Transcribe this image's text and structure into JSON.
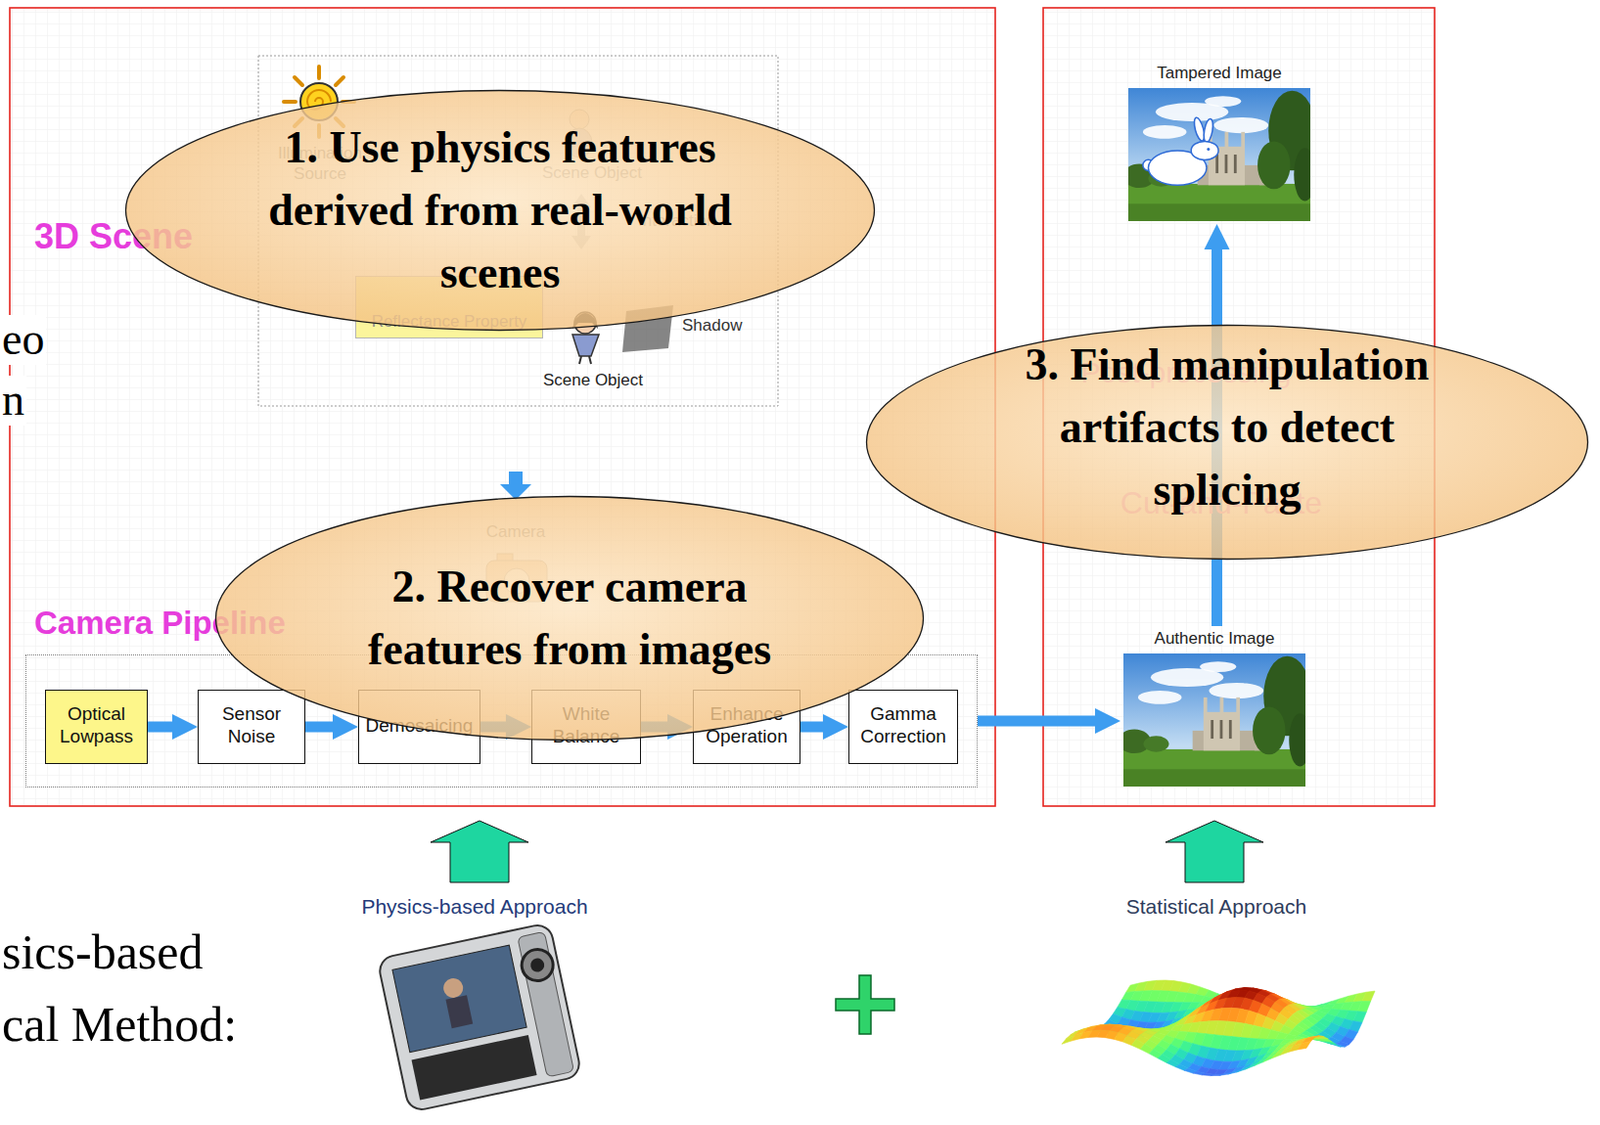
{
  "diagram": {
    "nodes": [
      {
        "text": [
          "1. Use physics features derived from real-world scenes"
        ]
      },
      {
        "text": [
          "Reflectance Property"
        ]
      },
      {
        "text": [
          "2. Recover camera features from images"
        ]
      },
      {
        "text": [
          "Camera Pipeline"
        ]
      },
      {
        "text": [
          "Optical Lowpass"
        ],
        "in": 3
      },
      {
        "text": [
          "Sensor Noise"
        ],
        "in": 3
      },
      {
        "text": [
          "Demosaicing"
        ],
        "in": 3
      },
      {
        "text": [
          "White Balance"
        ],
        "in": 3
      },
      {
        "text": [
          "Enhance Operation"
        ],
        "in": 3
      },
      {
        "text": [
          "Gamma Correction"
        ],
        "in": 3
      },
      {
        "text": [
          "Tampered Image"
        ]
      },
      {
        "text": [
          "3. Find manipulation artifacts to detect splicing"
        ]
      },
      {
        "text": [
          "Authentic Image"
        ]
      }
    ],
    "edges": [
      {
        "from": 4,
        "to": 5,
        "arrow": "to"
      },
      {
        "from": 5,
        "to": 6,
        "arrow": "to"
      },
      {
        "from": 6,
        "to": 7,
        "arrow": "to"
      },
      {
        "from": 7,
        "to": 8,
        "arrow": "to"
      },
      {
        "from": 8,
        "to": 9,
        "arrow": "to"
      },
      {
        "from": 3,
        "to": 12,
        "arrow": "to"
      },
      {
        "from": 12,
        "to": 10,
        "arrow": "to"
      }
    ],
    "labels": [
      "eo",
      "n",
      "3D Scene",
      "Illumination Source",
      "Scene Object",
      "Interaction",
      "Shadow",
      "Scene Object",
      "Camera",
      "Post-processing",
      "Cut-and-Paste",
      "sics-based",
      "cal Method:",
      "Physics-based Approach",
      "Statistical Approach"
    ]
  }
}
